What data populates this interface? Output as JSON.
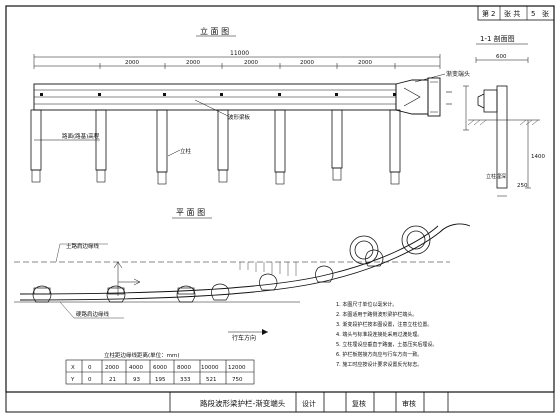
{
  "sheet_no": {
    "prefix": "第",
    "sheet": "2",
    "middle": "张 共",
    "total": "5",
    "suffix": "张"
  },
  "title_block": {
    "title": "路段波形梁护栏-渐变端头",
    "design": "设计",
    "review": "复核",
    "audit": "审核"
  },
  "elevation": {
    "heading": "立 面 图",
    "spacings": [
      "2000",
      "2000",
      "2000",
      "2000",
      "2000"
    ],
    "total": "11000",
    "end_label": "渐变端头",
    "beam_label": "波形梁板",
    "post_label": "立柱",
    "ground_label": "路面(路基)高程"
  },
  "section": {
    "heading": "1-1 剖面图",
    "width": "600",
    "depth": "1400",
    "base": "250",
    "label": "立柱埋深"
  },
  "plan": {
    "heading": "平 面 图",
    "road_edge_top": "土路肩边缘线",
    "road_edge_bottom": "硬路肩边缘线",
    "direction": "行车方向"
  },
  "table": {
    "title": "立柱距边缘线距离(单位：mm)",
    "rows": [
      {
        "key": "X",
        "values": [
          "0",
          "2000",
          "4000",
          "6000",
          "8000",
          "10000",
          "12000"
        ]
      },
      {
        "key": "Y",
        "values": [
          "0",
          "21",
          "93",
          "195",
          "333",
          "521",
          "750"
        ]
      }
    ]
  },
  "notes": [
    "1. 本图尺寸单位以毫米计。",
    "2. 本图适用于路侧波形梁护栏端头。",
    "3. 渐变段护栏按本图设置，注意立柱位置。",
    "4. 端头与标准段连接处采用过渡处理。",
    "5. 立柱埋设应垂直于路面，土基压实后埋设。",
    "6. 护栏板搭接方向应与行车方向一致。",
    "7. 施工时应按设计要求设置反光标志。"
  ],
  "colors": {
    "line": "#111111",
    "paper": "#ffffff"
  }
}
